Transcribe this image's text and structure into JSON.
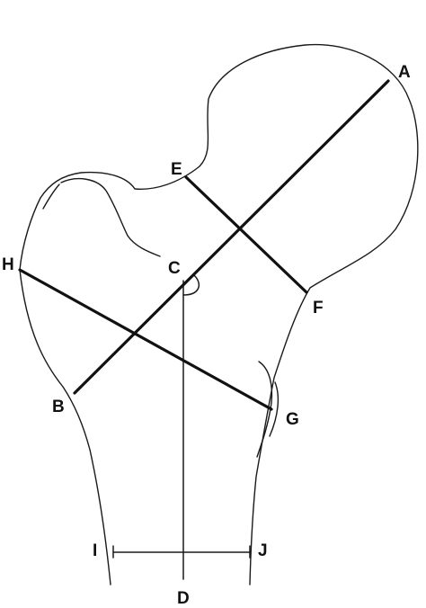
{
  "points": {
    "A": "A",
    "B": "B",
    "C": "C",
    "D": "D",
    "E": "E",
    "F": "F",
    "G": "G",
    "H": "H",
    "I": "I",
    "J": "J"
  },
  "colors": {
    "line": "#111111",
    "background": "#ffffff"
  }
}
